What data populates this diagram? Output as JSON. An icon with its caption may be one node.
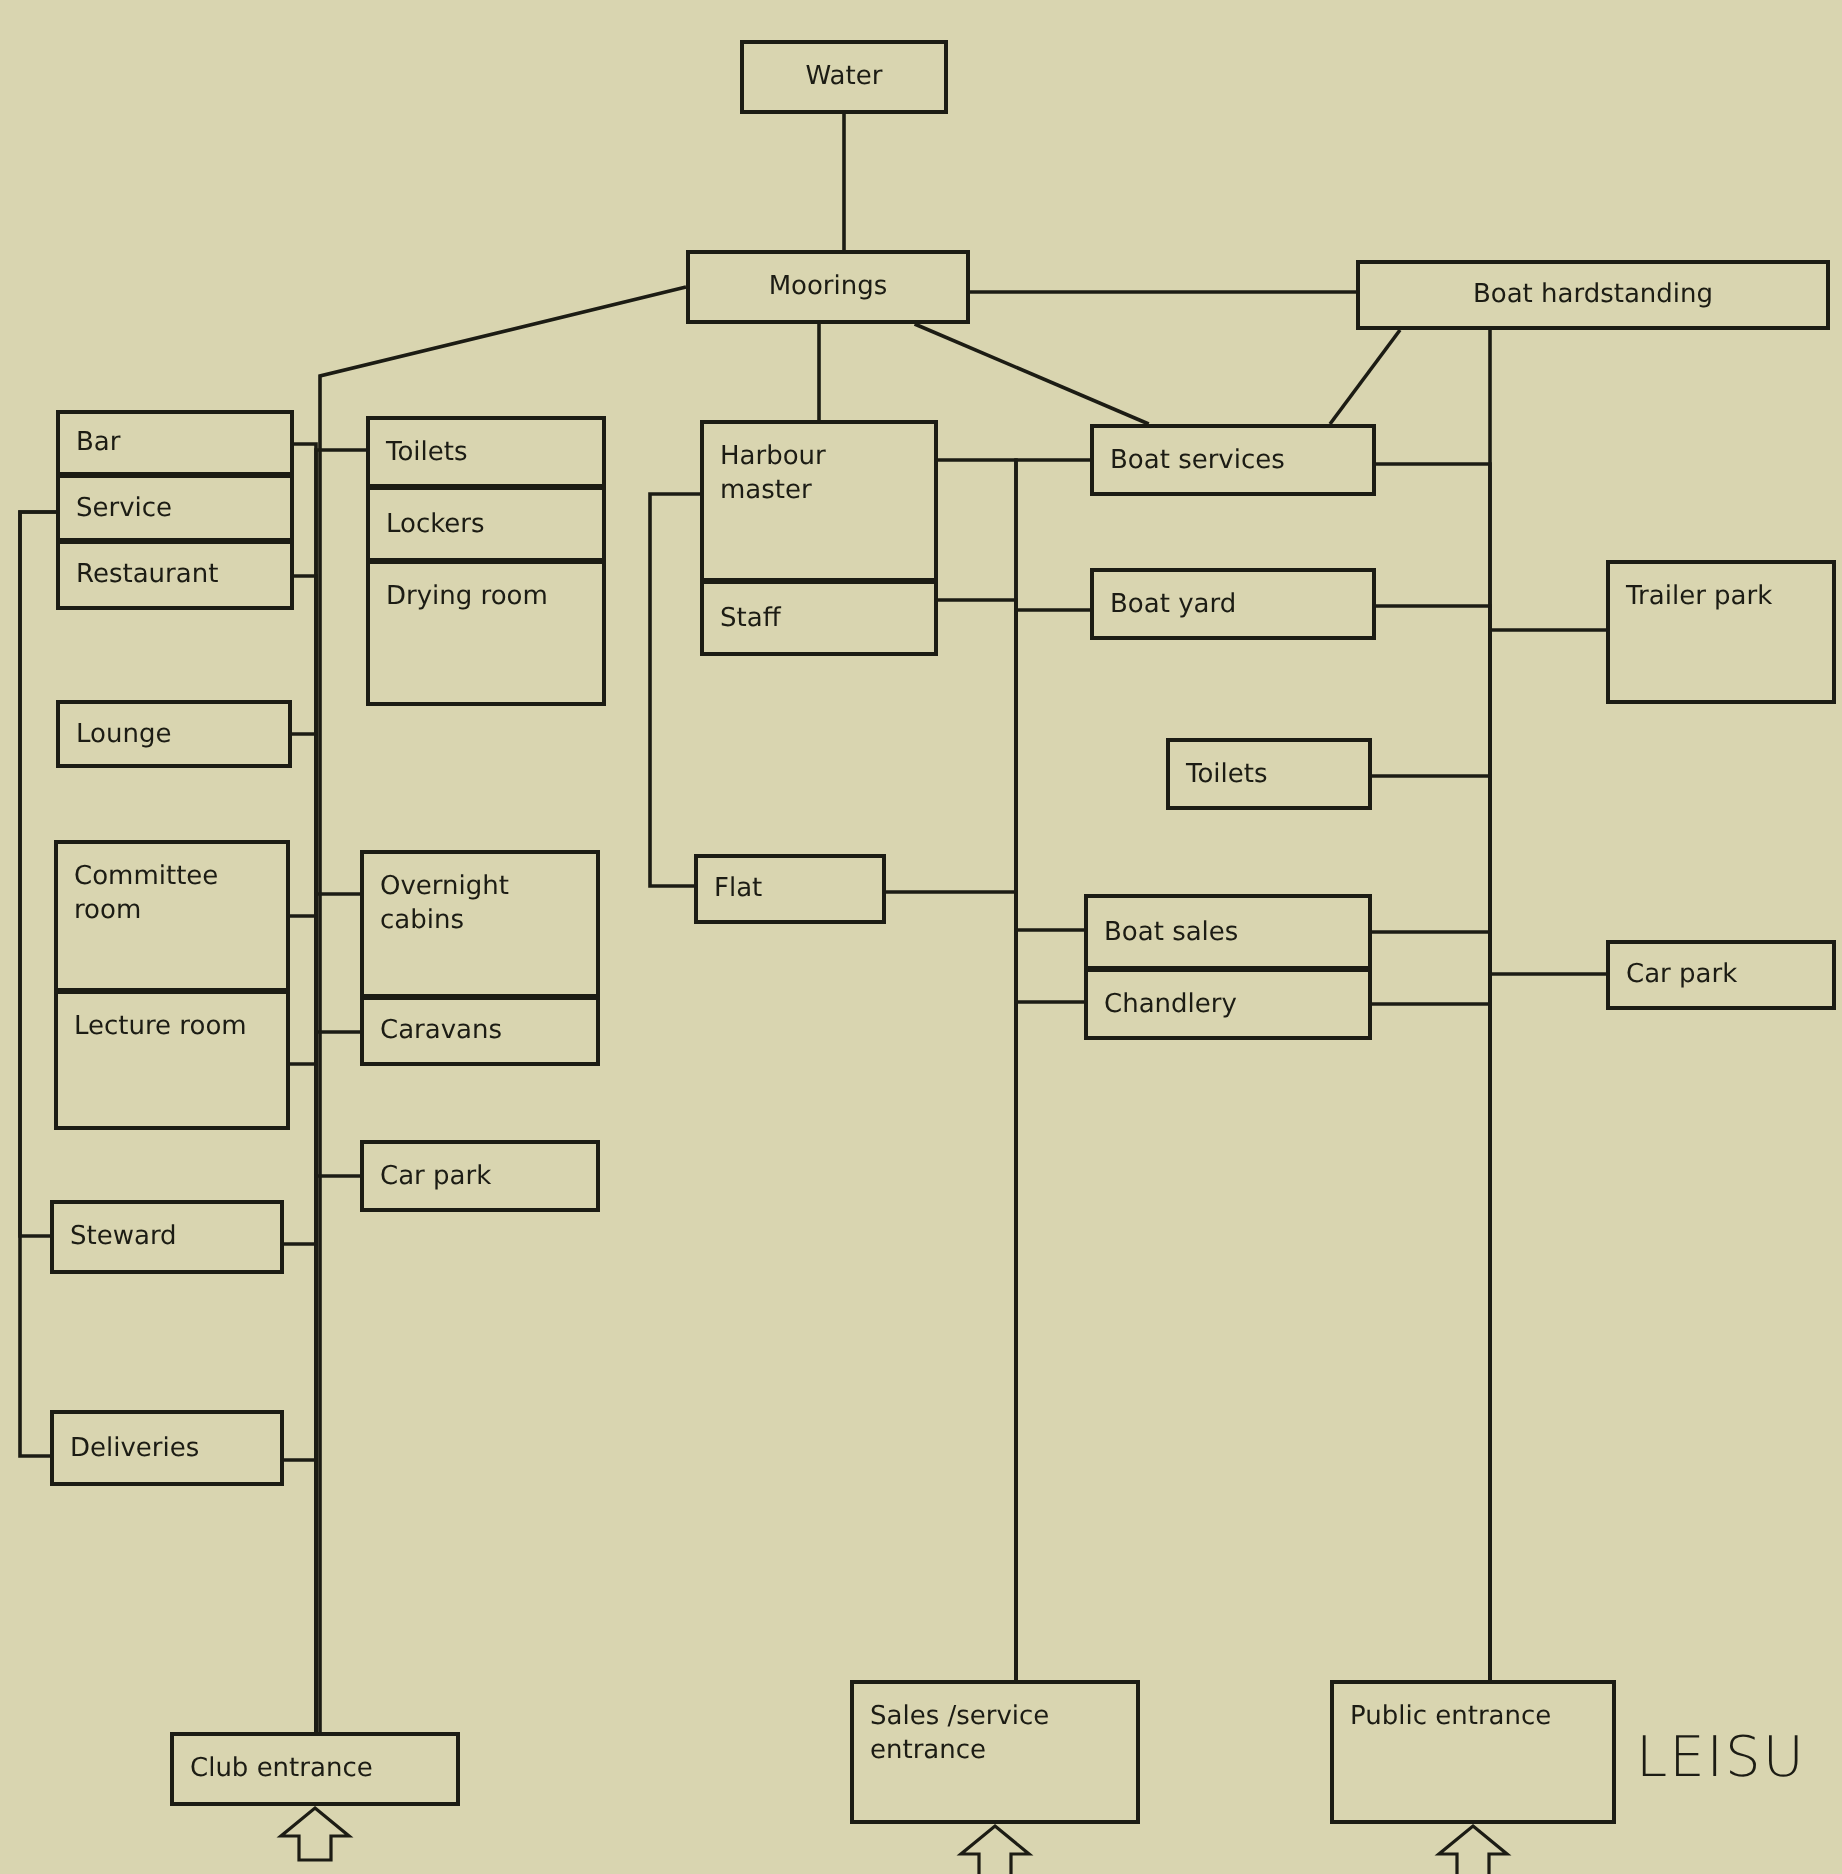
{
  "diagram": {
    "nodes": [
      {
        "text": [
          "Water"
        ]
      },
      {
        "text": [
          "Moorings"
        ]
      },
      {
        "text": [
          "Boat hardstanding"
        ]
      },
      {
        "text": [
          "Bar"
        ]
      },
      {
        "text": [
          "Service"
        ]
      },
      {
        "text": [
          "Restaurant"
        ]
      },
      {
        "text": [
          "Toilets"
        ]
      },
      {
        "text": [
          "Lockers"
        ]
      },
      {
        "text": [
          "Drying room"
        ]
      },
      {
        "text": [
          "Harbour master"
        ]
      },
      {
        "text": [
          "Staff"
        ]
      },
      {
        "text": [
          "Boat services"
        ]
      },
      {
        "text": [
          "Boat yard"
        ]
      },
      {
        "text": [
          "Trailer park"
        ]
      },
      {
        "text": [
          "Lounge"
        ]
      },
      {
        "text": [
          "Toilets"
        ]
      },
      {
        "text": [
          "Flat"
        ]
      },
      {
        "text": [
          "Committee room"
        ]
      },
      {
        "text": [
          "Lecture room"
        ]
      },
      {
        "text": [
          "Overnight cabins"
        ]
      },
      {
        "text": [
          "Caravans"
        ]
      },
      {
        "text": [
          "Boat sales"
        ]
      },
      {
        "text": [
          "Chandlery"
        ]
      },
      {
        "text": [
          "Car park"
        ]
      },
      {
        "text": [
          "Car park"
        ]
      },
      {
        "text": [
          "Steward"
        ]
      },
      {
        "text": [
          "Deliveries"
        ]
      },
      {
        "text": [
          "Club entrance"
        ]
      },
      {
        "text": [
          "Sales /service entrance"
        ]
      },
      {
        "text": [
          "Public entrance"
        ]
      }
    ],
    "edges": [
      {
        "from": 0,
        "to": 1,
        "arrow": "none"
      },
      {
        "from": 1,
        "to": 2,
        "arrow": "none"
      },
      {
        "from": 1,
        "to": 9,
        "arrow": "none"
      },
      {
        "from": 1,
        "to": 11,
        "arrow": "none"
      },
      {
        "from": 2,
        "to": 11,
        "arrow": "none"
      },
      {
        "from": 1,
        "to": 27,
        "arrow": "none"
      },
      {
        "from": 3,
        "to": 27,
        "arrow": "none"
      },
      {
        "from": 6,
        "to": 27,
        "arrow": "none"
      },
      {
        "from": 5,
        "to": 27,
        "arrow": "none"
      },
      {
        "from": 14,
        "to": 27,
        "arrow": "none"
      },
      {
        "from": 17,
        "to": 27,
        "arrow": "none"
      },
      {
        "from": 19,
        "to": 27,
        "arrow": "none"
      },
      {
        "from": 18,
        "to": 27,
        "arrow": "none"
      },
      {
        "from": 20,
        "to": 27,
        "arrow": "none"
      },
      {
        "from": 24,
        "to": 27,
        "arrow": "none"
      },
      {
        "from": 25,
        "to": 27,
        "arrow": "none"
      },
      {
        "from": 26,
        "to": 27,
        "arrow": "none"
      },
      {
        "from": 4,
        "to": 25,
        "arrow": "none"
      },
      {
        "from": 4,
        "to": 26,
        "arrow": "none"
      },
      {
        "from": 9,
        "to": 16,
        "arrow": "none"
      },
      {
        "from": 9,
        "to": 28,
        "arrow": "none"
      },
      {
        "from": 11,
        "to": 28,
        "arrow": "none"
      },
      {
        "from": 10,
        "to": 28,
        "arrow": "none"
      },
      {
        "from": 12,
        "to": 28,
        "arrow": "none"
      },
      {
        "from": 16,
        "to": 28,
        "arrow": "none"
      },
      {
        "from": 21,
        "to": 28,
        "arrow": "none"
      },
      {
        "from": 22,
        "to": 28,
        "arrow": "none"
      },
      {
        "from": 2,
        "to": 29,
        "arrow": "none"
      },
      {
        "from": 11,
        "to": 29,
        "arrow": "none"
      },
      {
        "from": 12,
        "to": 29,
        "arrow": "none"
      },
      {
        "from": 13,
        "to": 29,
        "arrow": "none"
      },
      {
        "from": 15,
        "to": 29,
        "arrow": "none"
      },
      {
        "from": 21,
        "to": 29,
        "arrow": "none"
      },
      {
        "from": 22,
        "to": 29,
        "arrow": "none"
      },
      {
        "from": 23,
        "to": 29,
        "arrow": "none"
      },
      {
        "from": null,
        "to": 27,
        "arrow": "to"
      },
      {
        "from": null,
        "to": 28,
        "arrow": "to"
      },
      {
        "from": null,
        "to": 29,
        "arrow": "to"
      }
    ],
    "labels": [
      "LEISU"
    ]
  }
}
